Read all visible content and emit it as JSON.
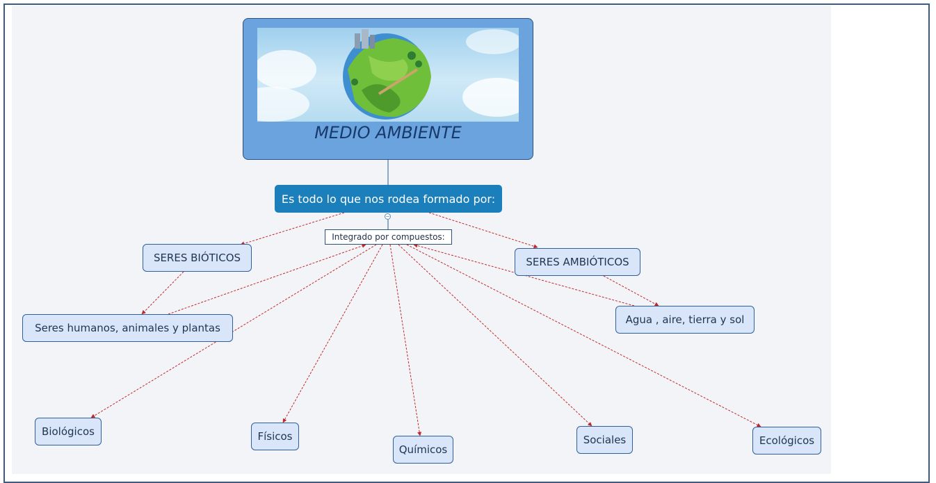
{
  "root": {
    "title": "MEDIO AMBIENTE",
    "image_icon": "earth-landscape-icon"
  },
  "definition": {
    "label": "Es todo lo que nos rodea formado por:",
    "collapse_glyph": "−"
  },
  "linking_phrase": {
    "label": "Integrado por compuestos:"
  },
  "concepts": {
    "bioticos": "SERES BIÓTICOS",
    "abioticos": "SERES AMBIÓTICOS",
    "bioticos_examples": "Seres humanos, animales y plantas",
    "abioticos_examples": "Agua , aire, tierra y sol",
    "biologicos": "Biológicos",
    "fisicos": "Físicos",
    "quimicos": "Químicos",
    "sociales": "Sociales",
    "ecologicos": "Ecológicos"
  },
  "colors": {
    "arrow": "#c0282d",
    "root_fill": "#6aa3de",
    "definition_fill": "#1a7fba",
    "node_fill": "#d9e6fa",
    "node_border": "#2f5f9a"
  }
}
